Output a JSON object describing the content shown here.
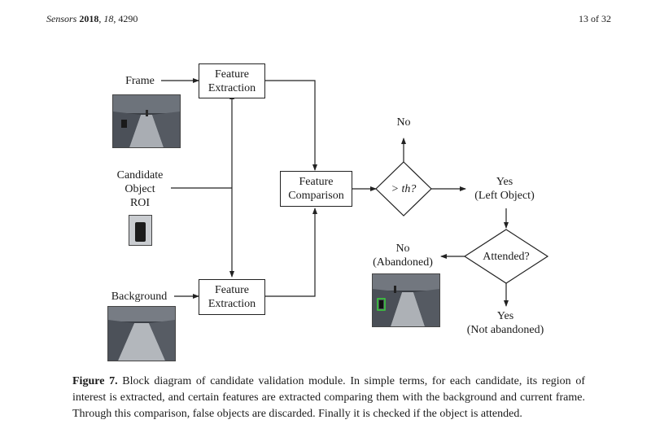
{
  "header": {
    "journal": "Sensors",
    "year": "2018",
    "volume": "18",
    "article": "4290",
    "page": "13 of 32"
  },
  "figure": {
    "inputs": {
      "frame": "Frame",
      "candidate": [
        "Candidate",
        "Object",
        "ROI"
      ],
      "background": "Background"
    },
    "boxes": {
      "feature_extraction_top": [
        "Feature",
        "Extraction"
      ],
      "feature_comparison": [
        "Feature",
        "Comparison"
      ],
      "feature_extraction_bottom": [
        "Feature",
        "Extraction"
      ]
    },
    "decisions": {
      "threshold": "> th?",
      "attended": "Attended?"
    },
    "outcomes": {
      "no_top": "No",
      "yes_left_object": [
        "Yes",
        "(Left Object)"
      ],
      "no_abandoned": [
        "No",
        "(Abandoned)"
      ],
      "yes_not_abandoned": [
        "Yes",
        "(Not abandoned)"
      ]
    }
  },
  "caption": {
    "label": "Figure 7.",
    "text": "Block diagram of candidate validation module. In simple terms, for each candidate, its region of interest is extracted, and certain features are extracted comparing them with the background and current frame. Through this comparison, false objects are discarded. Finally it is checked if the object is attended."
  }
}
